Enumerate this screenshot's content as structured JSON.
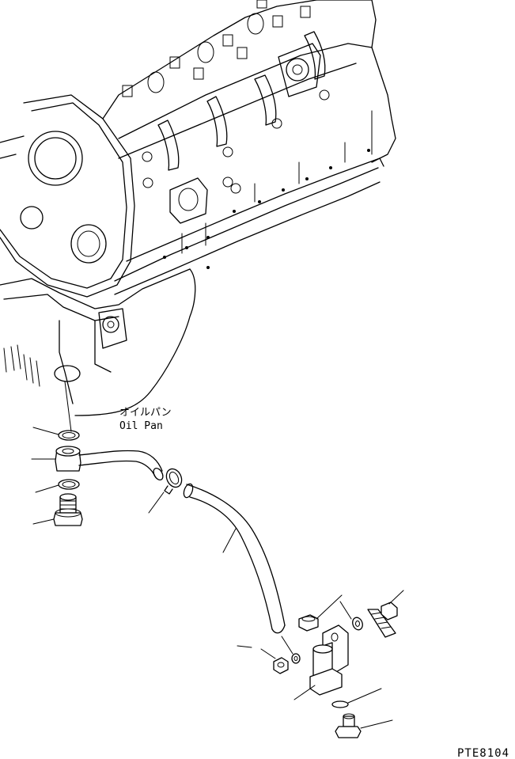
{
  "labels": {
    "oil_pan_jp": "オイルパン",
    "oil_pan_en": "Oil Pan"
  },
  "drawing_code": "PTE8104",
  "parts": [
    {
      "name": "o-ring-upper"
    },
    {
      "name": "eye-joint-pipe"
    },
    {
      "name": "o-ring-lower"
    },
    {
      "name": "drain-plug-connector"
    },
    {
      "name": "hose-clamp"
    },
    {
      "name": "drain-hose"
    },
    {
      "name": "hose-end-nut"
    },
    {
      "name": "bolt"
    },
    {
      "name": "washer"
    },
    {
      "name": "nut"
    },
    {
      "name": "washer-small"
    },
    {
      "name": "valve-bracket"
    },
    {
      "name": "o-ring-valve"
    },
    {
      "name": "drain-plug"
    }
  ]
}
